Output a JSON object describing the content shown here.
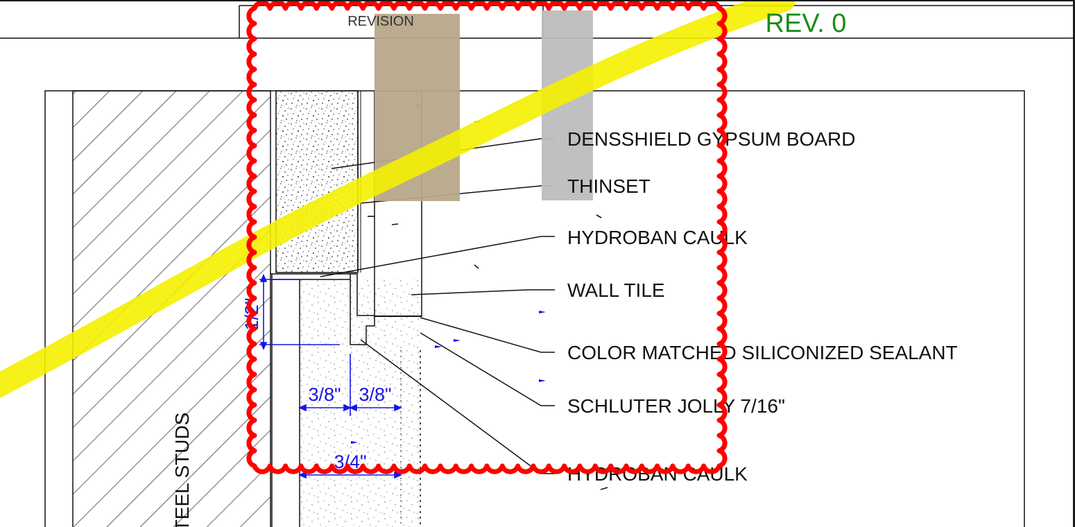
{
  "title_block": {
    "revision_label": "REVISION",
    "revision_value": "REV. 0"
  },
  "callouts": [
    "DENSSHIELD GYPSUM BOARD",
    "THINSET",
    "HYDROBAN CAULK",
    "WALL TILE",
    "COLOR MATCHED SILICONIZED SEALANT",
    "SCHLUTER JOLLY 7/16\"",
    "HYDROBAN CAULK"
  ],
  "side_label": "STEEL STUDS",
  "dimensions": {
    "vertical": "1/2\"",
    "left_gap": "3/8\"",
    "right_gap": "3/8\"",
    "total": "3/4\""
  },
  "colors": {
    "linework": "#111111",
    "dimension": "#1515e8",
    "revision_cloud": "#ff0000",
    "highlighter": "#f4f000",
    "revision_text": "#1a8c1a",
    "tan_markup": "#b7a88a",
    "gray_markup": "#bdbdbd"
  }
}
